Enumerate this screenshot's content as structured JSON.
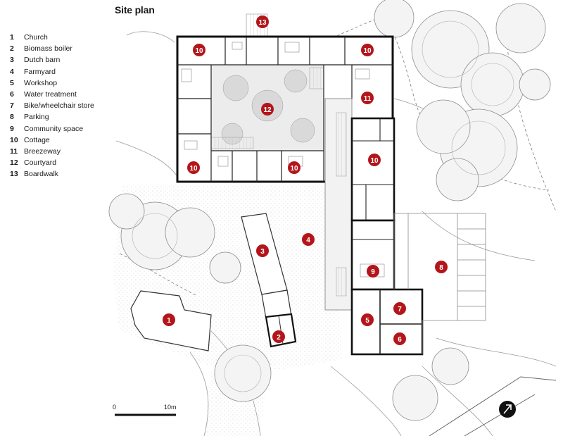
{
  "title": "Site plan",
  "legend": [
    {
      "num": "1",
      "label": "Church"
    },
    {
      "num": "2",
      "label": "Biomass boiler"
    },
    {
      "num": "3",
      "label": "Dutch barn"
    },
    {
      "num": "4",
      "label": "Farmyard"
    },
    {
      "num": "5",
      "label": "Workshop"
    },
    {
      "num": "6",
      "label": "Water treatment"
    },
    {
      "num": "7",
      "label": "Bike/wheelchair store"
    },
    {
      "num": "8",
      "label": "Parking"
    },
    {
      "num": "9",
      "label": "Community space"
    },
    {
      "num": "10",
      "label": "Cottage"
    },
    {
      "num": "11",
      "label": "Breezeway"
    },
    {
      "num": "12",
      "label": "Courtyard"
    },
    {
      "num": "13",
      "label": "Boardwalk"
    }
  ],
  "markers": [
    "13",
    "10",
    "10",
    "11",
    "12",
    "10",
    "10",
    "10",
    "4",
    "3",
    "8",
    "9",
    "1",
    "7",
    "5",
    "6",
    "2"
  ],
  "scale": {
    "start": "0",
    "end": "10m"
  },
  "colors": {
    "marker": "#b3151b",
    "wall": "#111111",
    "line": "#8a8a8a"
  },
  "north_icon": "north-arrow-icon"
}
